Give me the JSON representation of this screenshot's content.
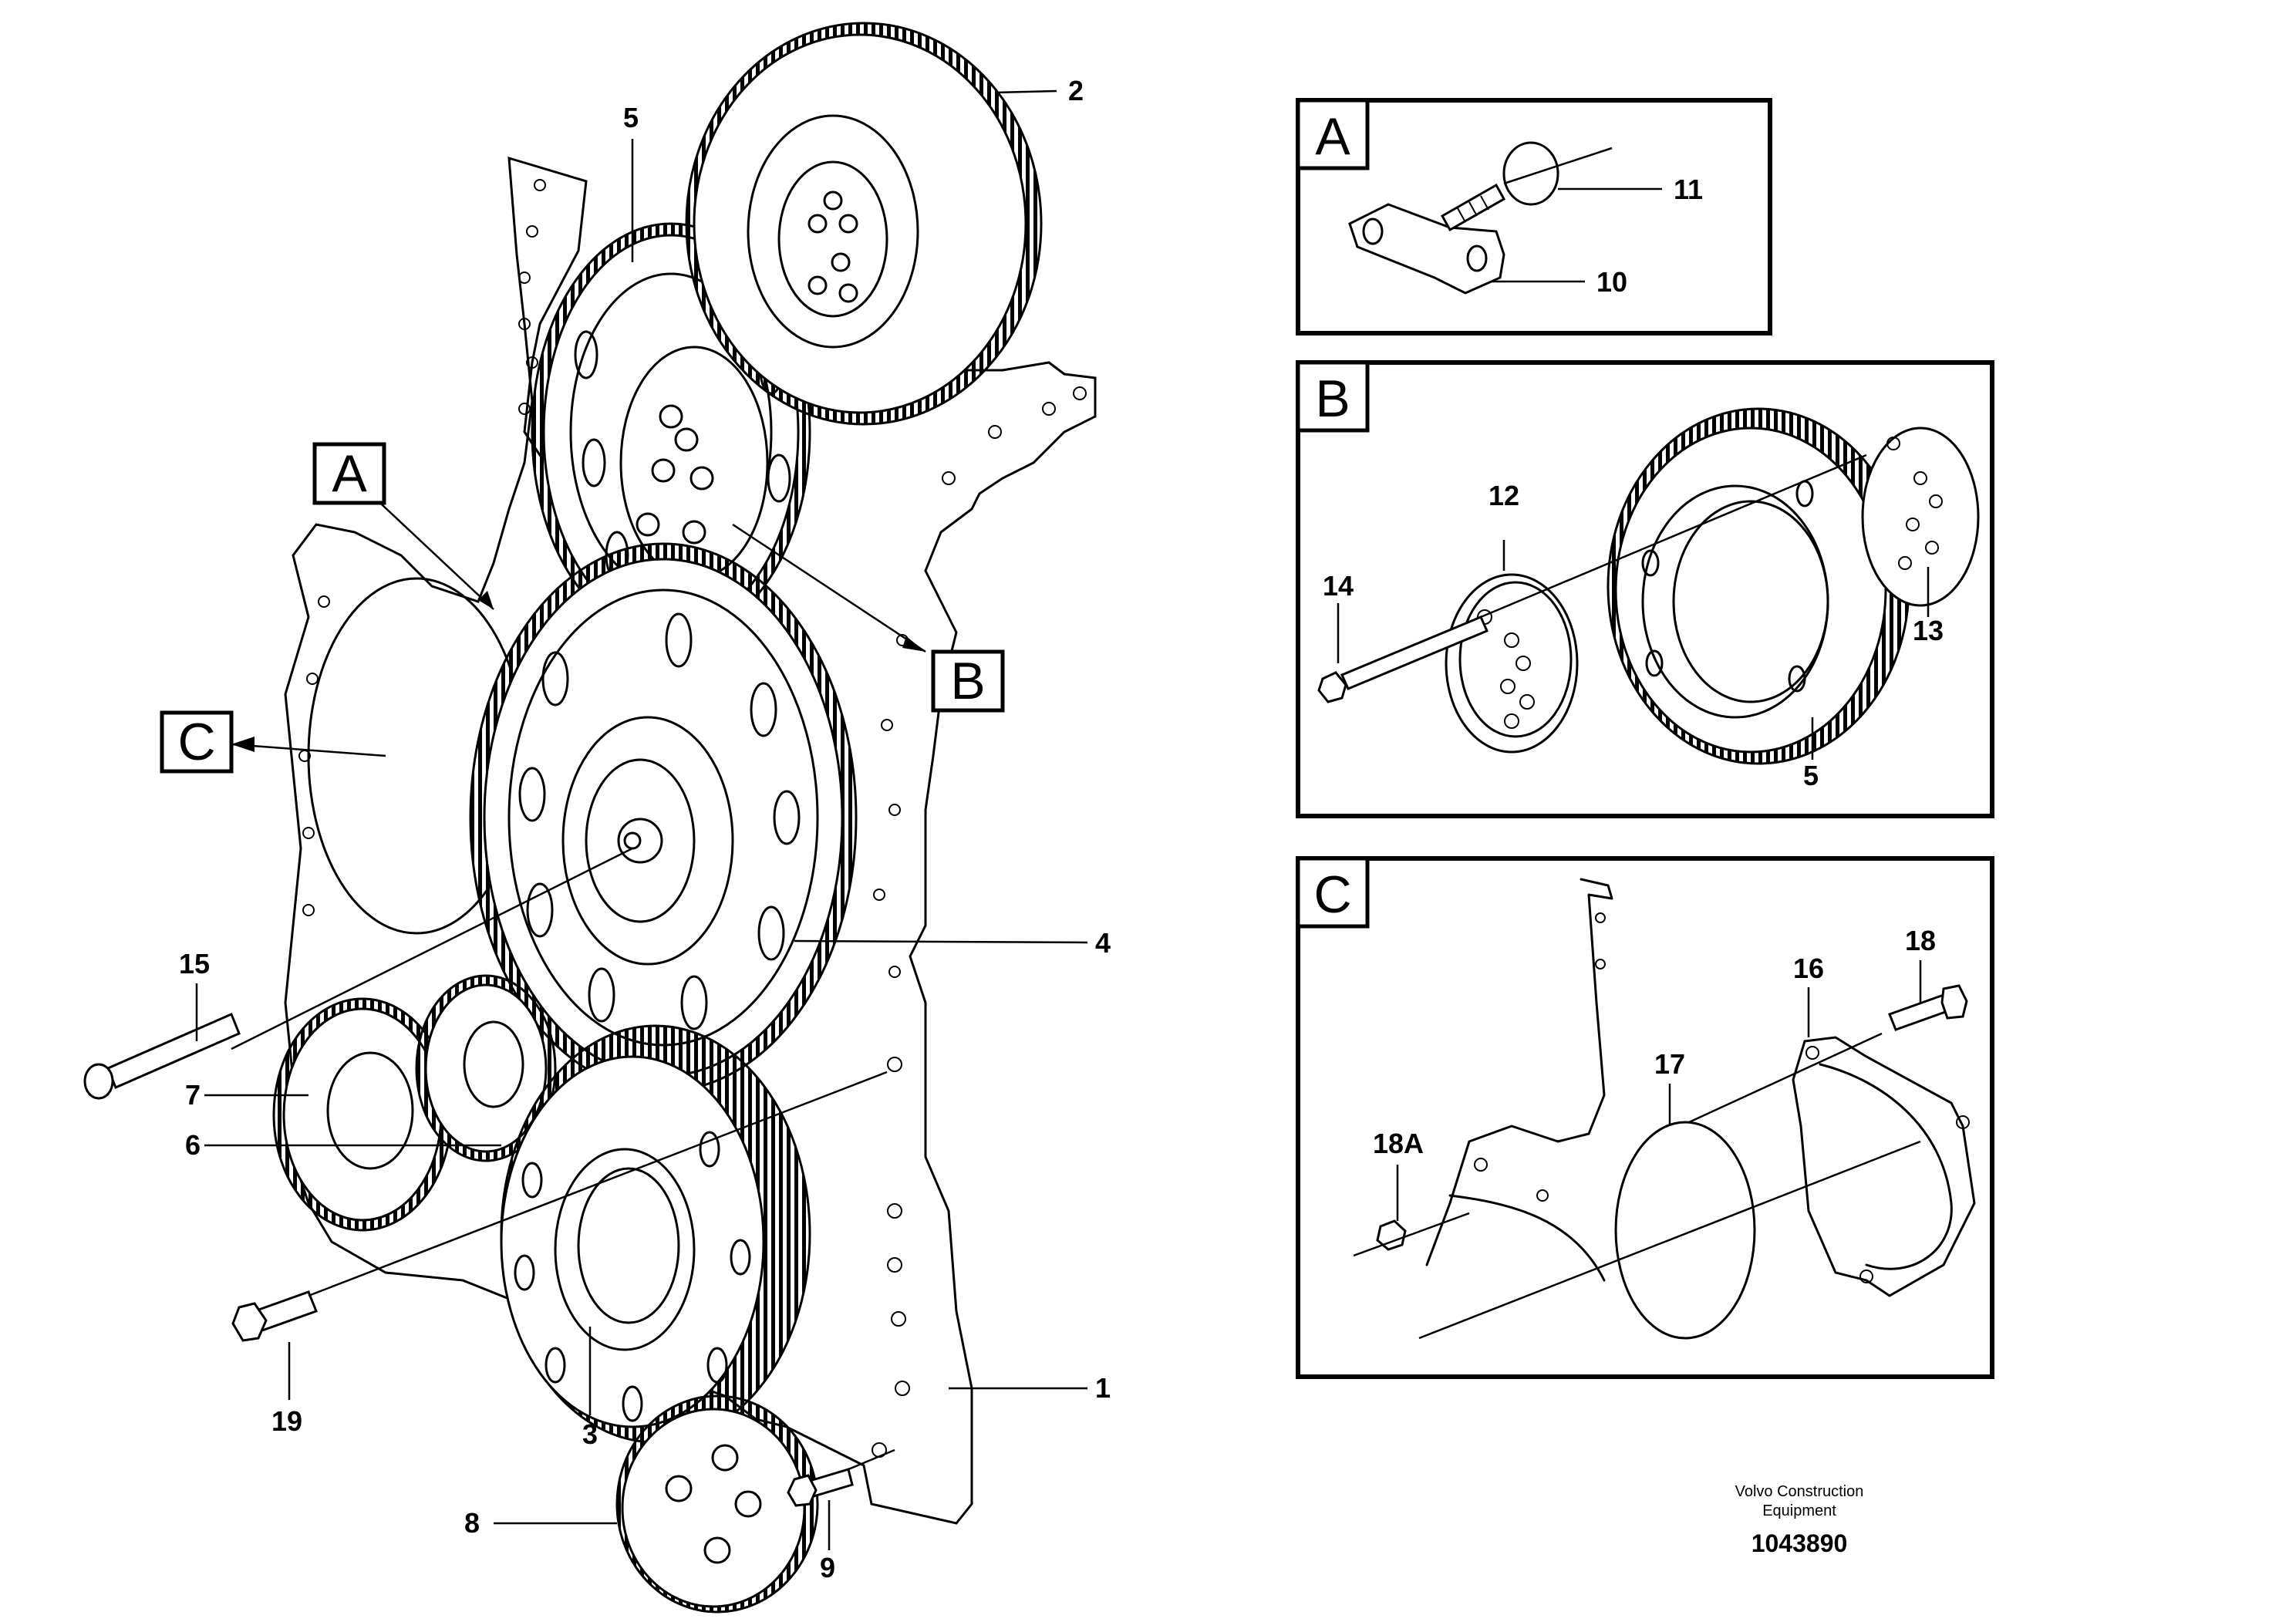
{
  "callouts": {
    "main_A": "A",
    "main_B": "B",
    "main_C": "C"
  },
  "panels": {
    "A": {
      "tag": "A",
      "labels": {
        "p10": "10",
        "p11": "11"
      }
    },
    "B": {
      "tag": "B",
      "labels": {
        "p5": "5",
        "p12": "12",
        "p13": "13",
        "p14": "14"
      }
    },
    "C": {
      "tag": "C",
      "labels": {
        "p16": "16",
        "p17": "17",
        "p18": "18",
        "p18A": "18A"
      }
    }
  },
  "part_labels": {
    "p1": "1",
    "p2": "2",
    "p3": "3",
    "p4": "4",
    "p5": "5",
    "p6": "6",
    "p7": "7",
    "p8": "8",
    "p9": "9",
    "p15": "15",
    "p19": "19"
  },
  "footer": {
    "publisher_line1": "Volvo Construction",
    "publisher_line2": "Equipment",
    "drawing_number": "1043890"
  }
}
